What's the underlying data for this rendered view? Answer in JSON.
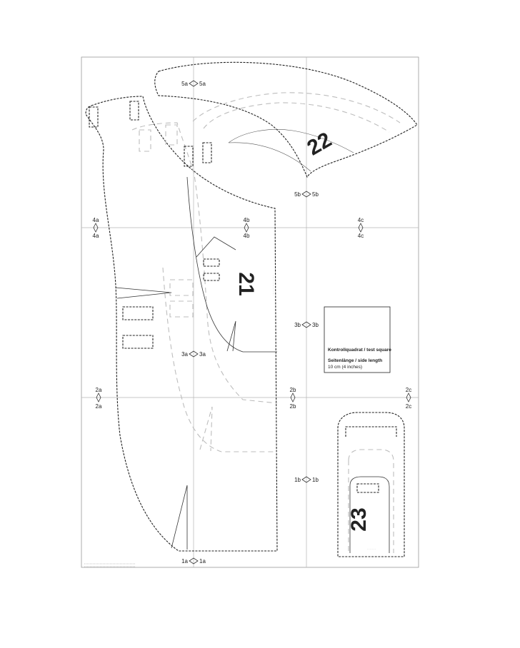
{
  "pieces": [
    {
      "id": "p21",
      "number": "21"
    },
    {
      "id": "p22",
      "number": "22"
    },
    {
      "id": "p23",
      "number": "23"
    }
  ],
  "markers": {
    "m5a": {
      "left": "5a",
      "right": "5a"
    },
    "m5b": {
      "left": "5b",
      "right": "5b"
    },
    "m4a": {
      "top": "4a",
      "bottom": "4a"
    },
    "m4b": {
      "top": "4b",
      "bottom": "4b"
    },
    "m4c": {
      "top": "4c",
      "bottom": "4c"
    },
    "m3a": {
      "left": "3a",
      "right": "3a"
    },
    "m3b": {
      "left": "3b",
      "right": "3b"
    },
    "m2a": {
      "top": "2a",
      "bottom": "2a"
    },
    "m2b": {
      "top": "2b",
      "bottom": "2b"
    },
    "m2c": {
      "top": "2c",
      "bottom": "2c"
    },
    "m1b": {
      "left": "1b",
      "right": "1b"
    },
    "m1a": {
      "left": "1a",
      "right": "1a"
    }
  },
  "test_square": {
    "title": "Kontrollquadrat / test square",
    "side_label": "Seitenlänge / side length",
    "side_value": "10 cm (4 inches)"
  },
  "colors": {
    "cut_line": "#222222",
    "alt_size_line": "#bdbdbd",
    "grid": "#b5b5b5"
  }
}
